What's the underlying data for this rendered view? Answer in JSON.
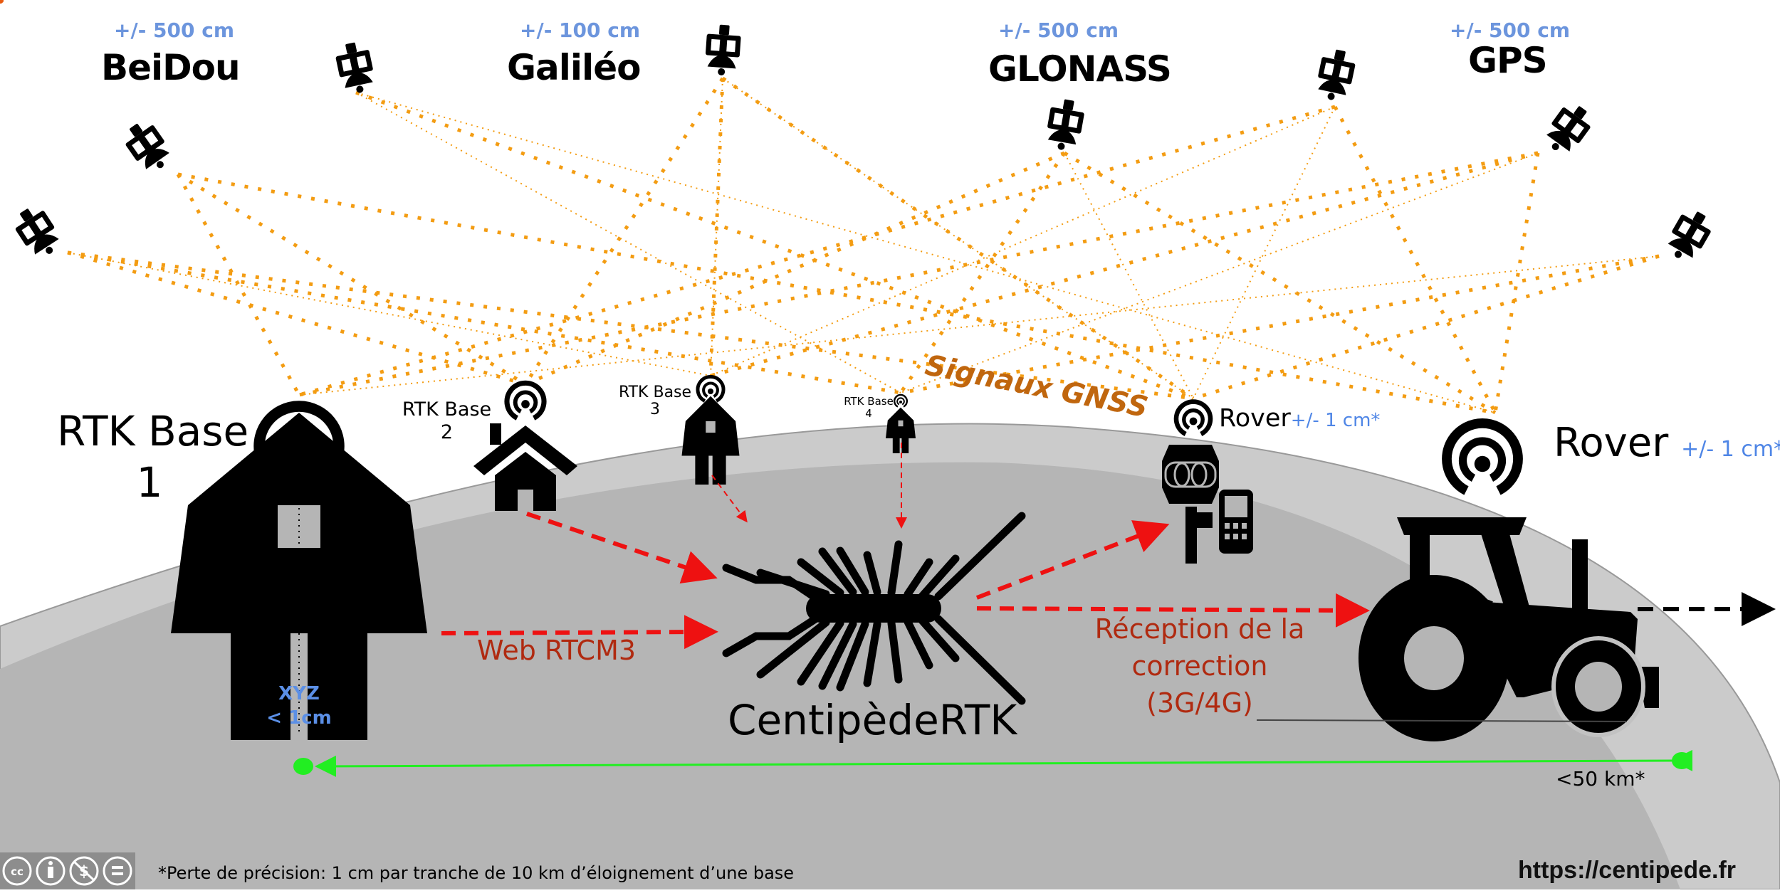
{
  "constellations": [
    {
      "name": "BeiDou",
      "accuracy": "+/- 500 cm"
    },
    {
      "name": "Galiléo",
      "accuracy": "+/- 100 cm"
    },
    {
      "name": "GLONASS",
      "accuracy": "+/- 500 cm"
    },
    {
      "name": "GPS",
      "accuracy": "+/- 500 cm"
    }
  ],
  "signals_label": "Signaux GNSS",
  "bases": [
    {
      "line1": "RTK Base",
      "line2": "1",
      "icon": "barn-icon"
    },
    {
      "line1": "RTK Base",
      "line2": "2",
      "icon": "house-icon"
    },
    {
      "line1": "RTK Base",
      "line2": "3",
      "icon": "barn-icon"
    },
    {
      "line1": "RTK Base",
      "line2": "4",
      "icon": "barn-icon"
    }
  ],
  "base1_precision": {
    "line1": "XYZ",
    "line2": "< 1cm"
  },
  "caster": {
    "name": "CentipèdeRTK",
    "icon": "centipede-icon"
  },
  "links": {
    "web_rtcm3": "Web RTCM3",
    "reception": [
      "Réception de la",
      "correction",
      "(3G/4G)"
    ]
  },
  "rovers": [
    {
      "label": "Rover",
      "accuracy": "+/- 1 cm*",
      "icon": "gnss-pole-phone-icon"
    },
    {
      "label": "Rover",
      "accuracy": "+/- 1 cm*",
      "icon": "tractor-icon"
    }
  ],
  "distance": "<50 km*",
  "footnote": "*Perte de précision: 1 cm par tranche de 10 km d’éloignement d’une base",
  "url": "https://centipede.fr",
  "license": "CC BY-NC-ND",
  "colors": {
    "signal": "#f39c12",
    "correction": "#ee1111",
    "accuracy": "#6c95dd",
    "distance": "#22ee22",
    "ground_light": "#cbcbcb",
    "ground_dark": "#b5b5b5"
  }
}
